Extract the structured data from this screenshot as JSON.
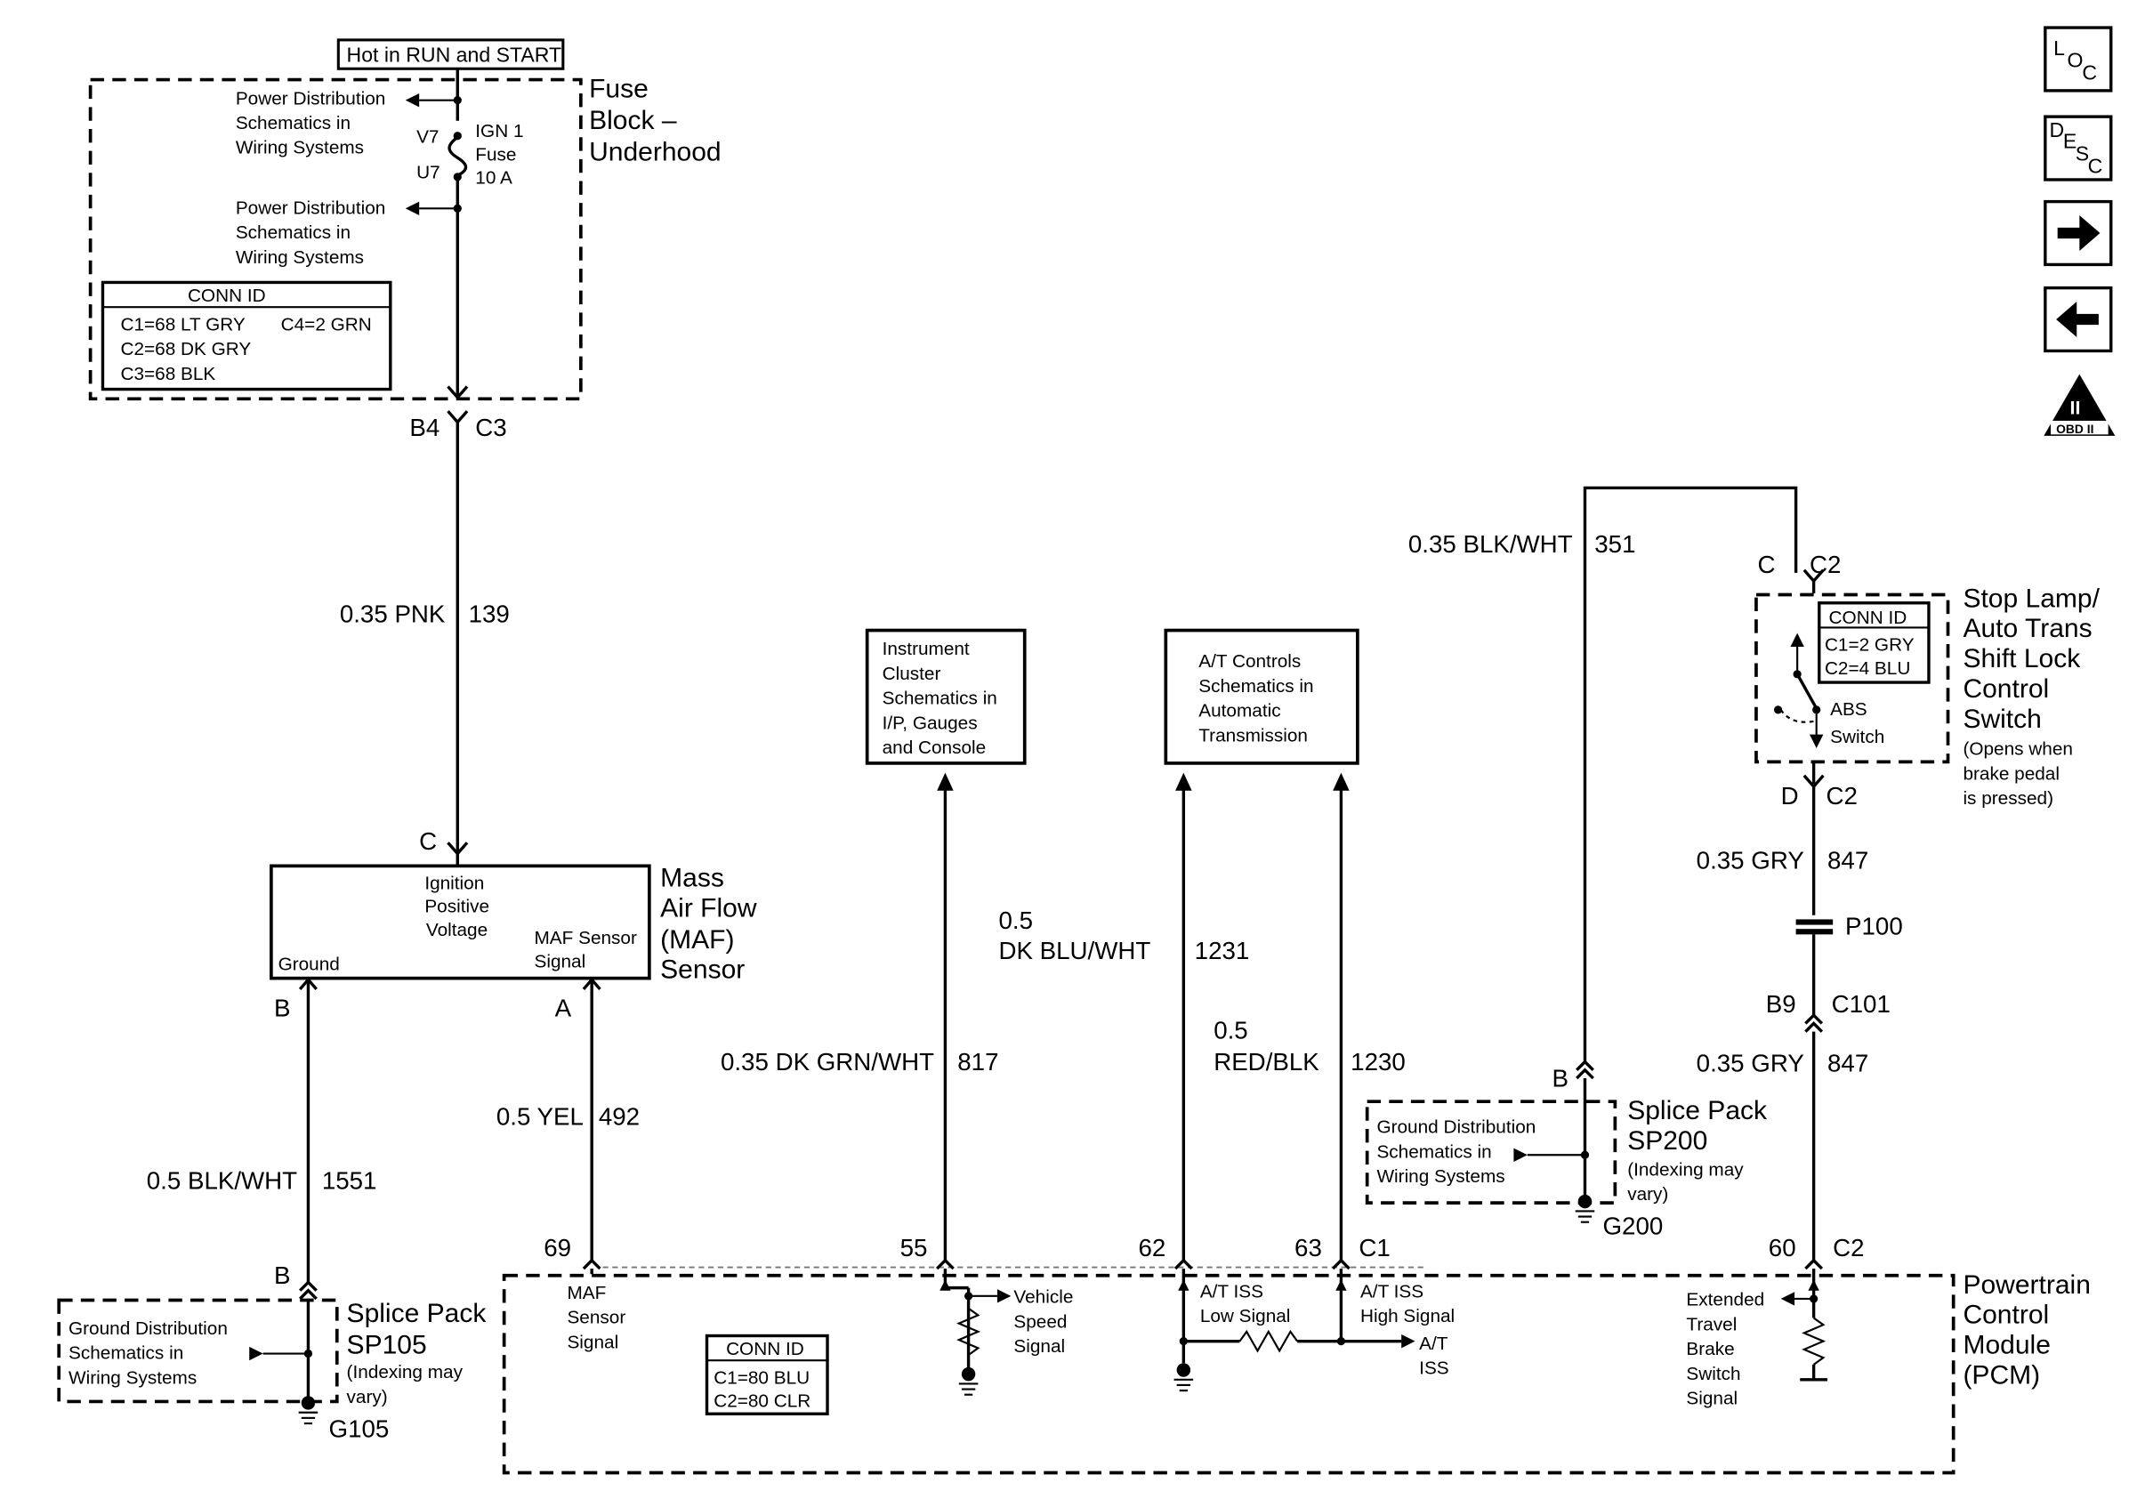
{
  "nav": {
    "loc": [
      "L",
      "O",
      "C"
    ],
    "desc": [
      "D",
      "E",
      "S",
      "C"
    ],
    "obd_numeral": "II",
    "obd_label": "OBD II"
  },
  "fuse_block": {
    "source_label": "Hot in RUN and START",
    "name": [
      "Fuse",
      "Block –",
      "Underhood"
    ],
    "power_dist_1": [
      "Power Distribution",
      "Schematics in",
      "Wiring Systems"
    ],
    "power_dist_2": [
      "Power Distribution",
      "Schematics in",
      "Wiring Systems"
    ],
    "pin_top": "V7",
    "pin_bottom": "U7",
    "fuse": [
      "IGN 1",
      "Fuse",
      "10 A"
    ],
    "conn_id_title": "CONN ID",
    "conn_id_rows": [
      "C1=68 LT GRY",
      "C2=68 DK GRY",
      "C3=68 BLK"
    ],
    "conn_id_c4": "C4=2 GRN",
    "out_pin": "B4",
    "out_conn": "C3"
  },
  "wires": {
    "pnk": {
      "gauge": "0.35 PNK",
      "circuit": "139"
    },
    "blkwht_maf": {
      "gauge": "0.5 BLK/WHT",
      "circuit": "1551"
    },
    "yel": {
      "gauge": "0.5 YEL",
      "circuit": "492"
    },
    "dkgrnwht": {
      "gauge": "0.35 DK GRN/WHT",
      "circuit": "817"
    },
    "dkbluwht": {
      "gauge": [
        "0.5",
        "DK BLU/WHT"
      ],
      "circuit": "1231"
    },
    "redblk": {
      "gauge": [
        "0.5",
        "RED/BLK"
      ],
      "circuit": "1230"
    },
    "blkwht_sw": {
      "gauge": "0.35 BLK/WHT",
      "circuit": "351"
    },
    "gry_top": {
      "gauge": "0.35 GRY",
      "circuit": "847"
    },
    "gry_bottom": {
      "gauge": "0.35 GRY",
      "circuit": "847"
    }
  },
  "maf": {
    "pin_c": "C",
    "name": [
      "Mass",
      "Air Flow",
      "(MAF)",
      "Sensor"
    ],
    "ign": [
      "Ignition",
      "Positive",
      "Voltage"
    ],
    "ground": "Ground",
    "signal": [
      "MAF Sensor",
      "Signal"
    ],
    "pin_b": "B",
    "pin_a": "A"
  },
  "sp105": {
    "pin": "B",
    "name": [
      "Splice Pack",
      "SP105"
    ],
    "note": [
      "(Indexing may",
      "vary)"
    ],
    "ground_dist": [
      "Ground Distribution",
      "Schematics in",
      "Wiring Systems"
    ],
    "ground": "G105"
  },
  "instrument_cluster": [
    "Instrument",
    "Cluster",
    "Schematics in",
    "I/P, Gauges",
    "and Console"
  ],
  "at_controls": [
    "A/T Controls",
    "Schematics in",
    "Automatic",
    "Transmission"
  ],
  "switch": {
    "pin_c": "C",
    "conn_c2": "C2",
    "name": [
      "Stop Lamp/",
      "Auto Trans",
      "Shift Lock",
      "Control",
      "Switch"
    ],
    "note": [
      "(Opens when",
      "brake pedal",
      "is pressed)"
    ],
    "conn_id_title": "CONN ID",
    "conn_id_rows": [
      "C1=2 GRY",
      "C2=4 BLU"
    ],
    "abs": [
      "ABS",
      "Switch"
    ],
    "pin_d": "D",
    "conn_d2": "C2"
  },
  "p100": "P100",
  "c101": {
    "pin": "B9",
    "conn": "C101"
  },
  "sp200": {
    "pin": "B",
    "name": [
      "Splice Pack",
      "SP200"
    ],
    "note": [
      "(Indexing may",
      "vary)"
    ],
    "ground_dist": [
      "Ground Distribution",
      "Schematics in",
      "Wiring Systems"
    ],
    "ground": "G200"
  },
  "pcm": {
    "name": [
      "Powertrain",
      "Control",
      "Module",
      "(PCM)"
    ],
    "pins": {
      "maf": "69",
      "vss": "55",
      "low": "62",
      "high": "63",
      "conn_c1": "C1",
      "ebs": "60",
      "conn_c2": "C2"
    },
    "maf_signal": [
      "MAF",
      "Sensor",
      "Signal"
    ],
    "vss": [
      "Vehicle",
      "Speed",
      "Signal"
    ],
    "at_low": [
      "A/T ISS",
      "Low Signal"
    ],
    "at_high": [
      "A/T ISS",
      "High Signal"
    ],
    "at_iss": [
      "A/T",
      "ISS"
    ],
    "ebs": [
      "Extended",
      "Travel",
      "Brake",
      "Switch",
      "Signal"
    ],
    "conn_id_title": "CONN ID",
    "conn_id_rows": [
      "C1=80 BLU",
      "C2=80 CLR"
    ]
  }
}
